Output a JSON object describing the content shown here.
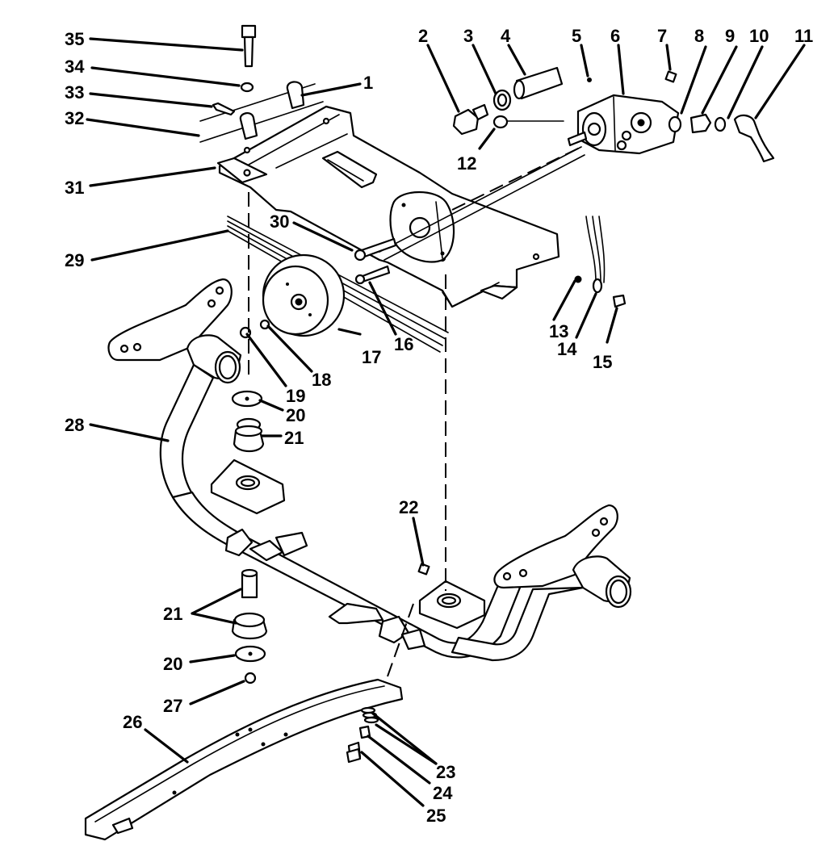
{
  "labels": [
    "1",
    "2",
    "3",
    "4",
    "5",
    "6",
    "7",
    "8",
    "9",
    "10",
    "11",
    "12",
    "13",
    "14",
    "15",
    "16",
    "17",
    "18",
    "19",
    "20",
    "20",
    "21",
    "21",
    "22",
    "23",
    "24",
    "25",
    "26",
    "27",
    "28",
    "29",
    "30",
    "31",
    "32",
    "33",
    "34",
    "35"
  ]
}
